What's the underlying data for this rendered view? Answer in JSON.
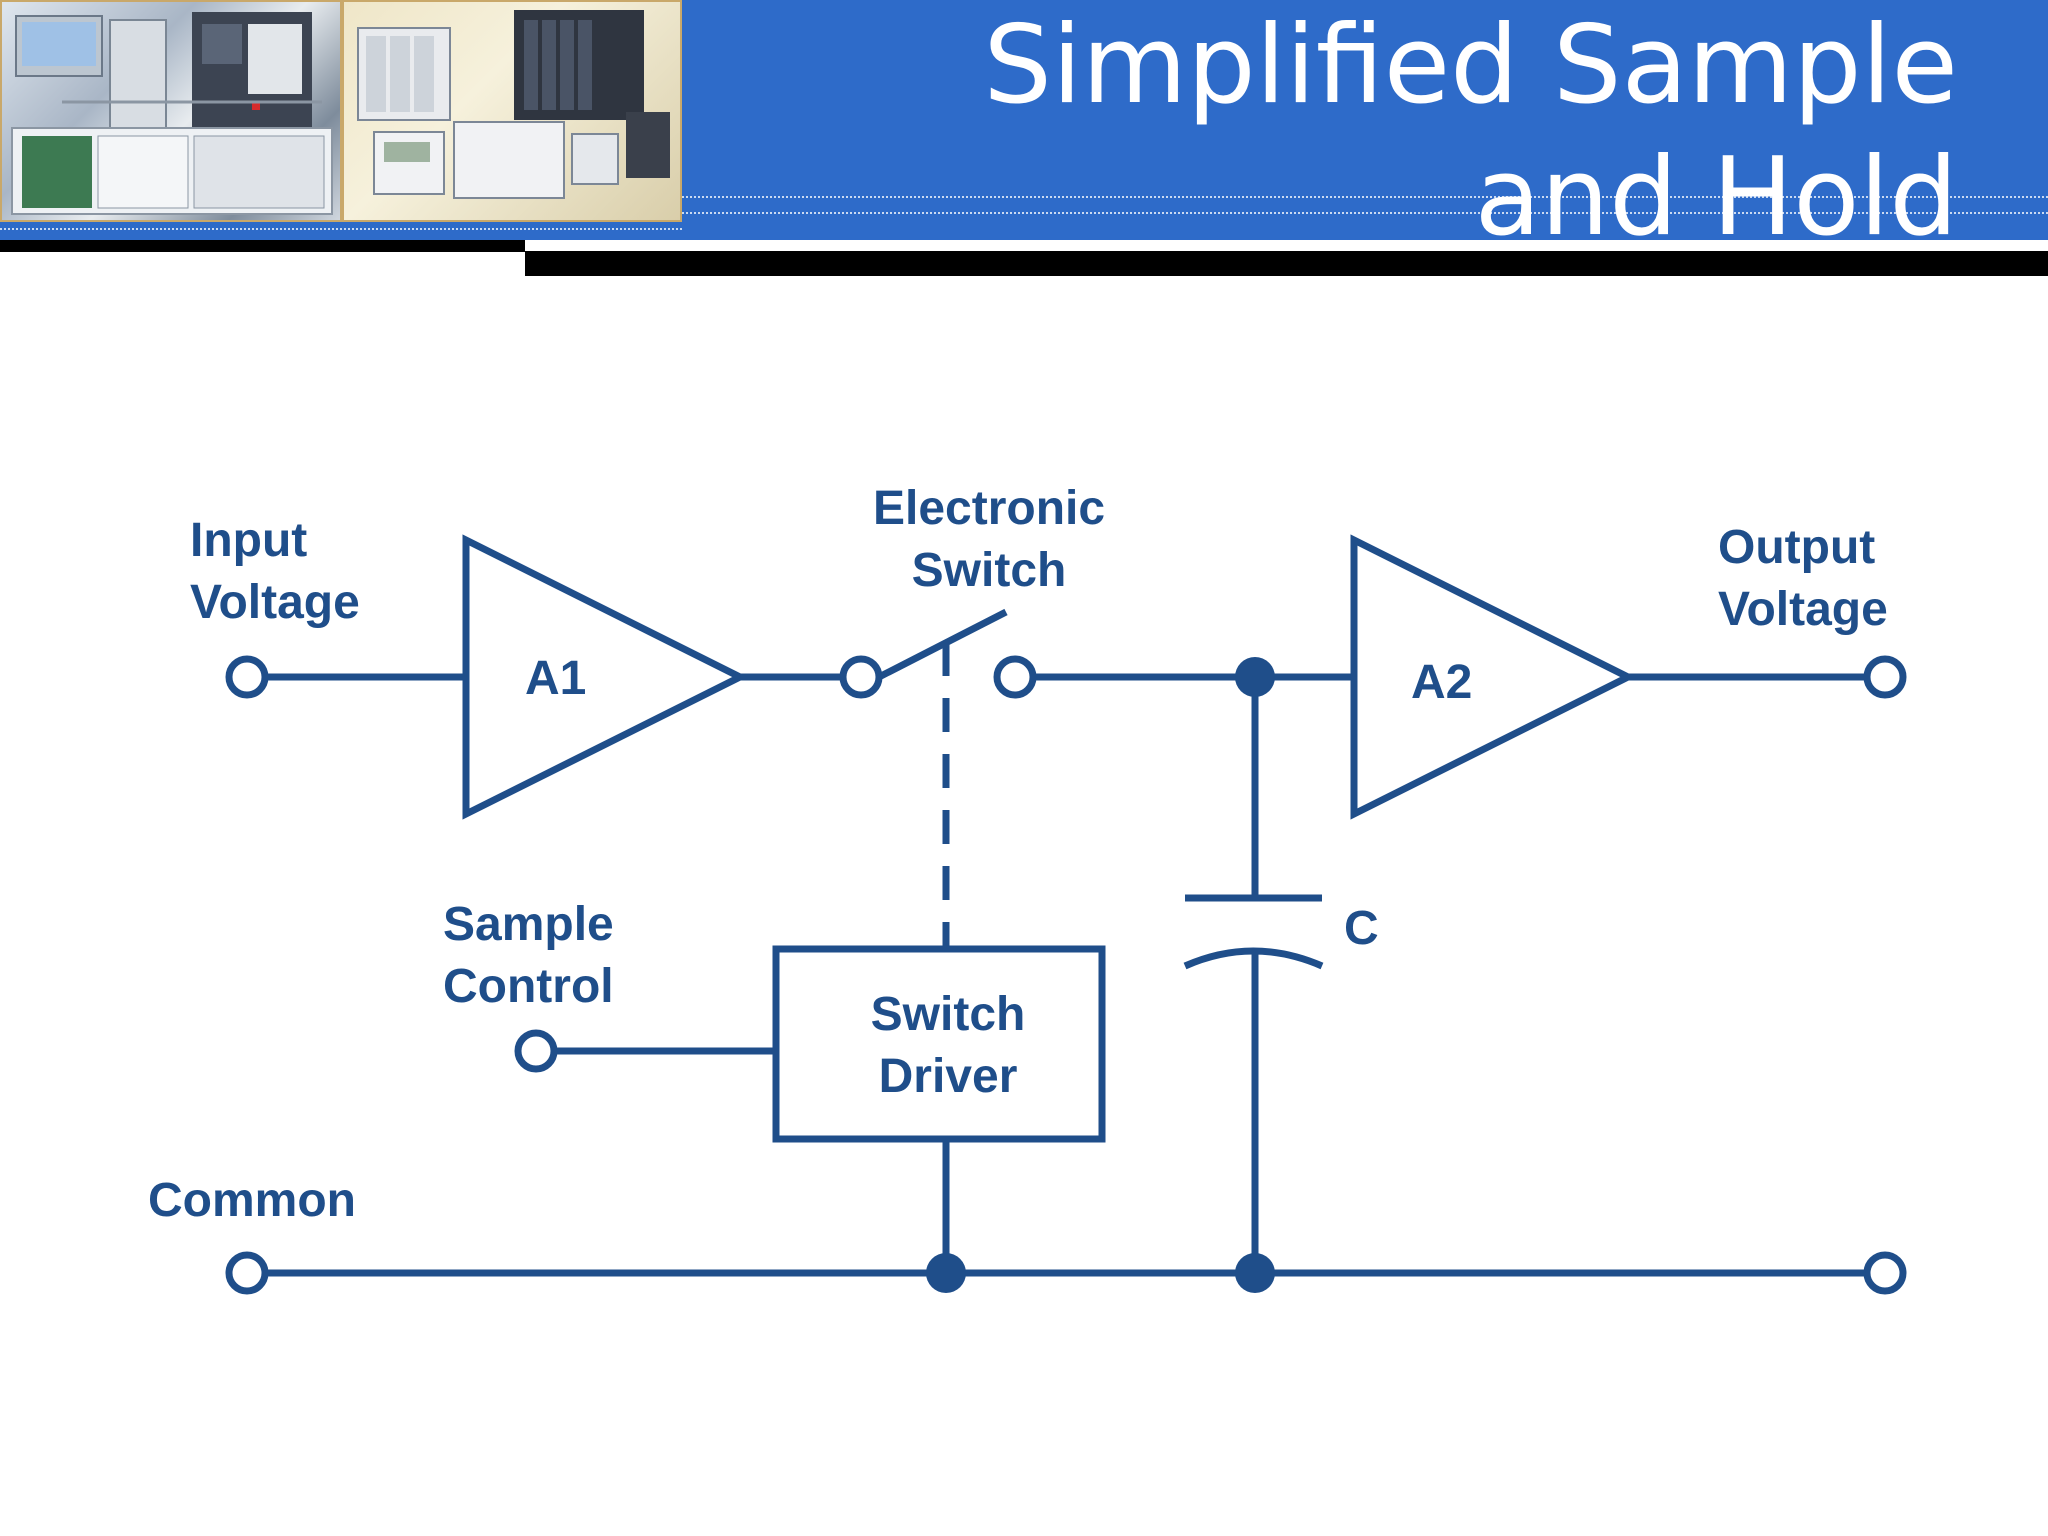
{
  "title": {
    "line1": "Simplified Sample",
    "line2": "and Hold"
  },
  "colors": {
    "header_blue": "#2e6bc9",
    "diagram_blue": "#1f4e8a",
    "black_bar": "#000000"
  },
  "diagram": {
    "input_label": {
      "line1": "Input",
      "line2": "Voltage"
    },
    "output_label": {
      "line1": "Output",
      "line2": "Voltage"
    },
    "switch_label": {
      "line1": "Electronic",
      "line2": "Switch"
    },
    "sample_label": {
      "line1": "Sample",
      "line2": "Control"
    },
    "common_label": "Common",
    "amp1_label": "A1",
    "amp2_label": "A2",
    "capacitor_label": "C",
    "driver_label": {
      "line1": "Switch",
      "line2": "Driver"
    }
  }
}
